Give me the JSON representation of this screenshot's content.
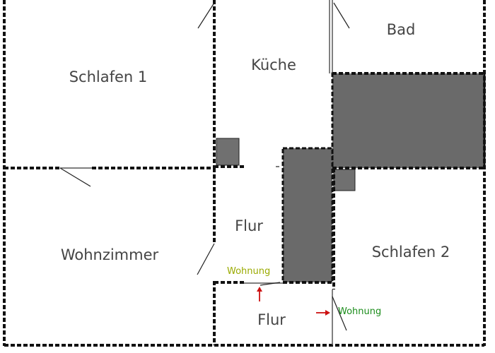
{
  "rooms": {
    "schlafen1": "Schlafen 1",
    "kueche": "Küche",
    "bad": "Bad",
    "wohnzimmer": "Wohnzimmer",
    "flur_upper": "Flur",
    "flur_lower": "Flur",
    "schlafen2": "Schlafen 2"
  },
  "annotations": {
    "wohnung_left": "Wohnung",
    "wohnung_right": "Wohnung"
  },
  "colors": {
    "wohnung_left": "#9aaa00",
    "wohnung_right": "#1a8c1a",
    "arrow": "#cc1111",
    "block": "#6a6a6a"
  }
}
